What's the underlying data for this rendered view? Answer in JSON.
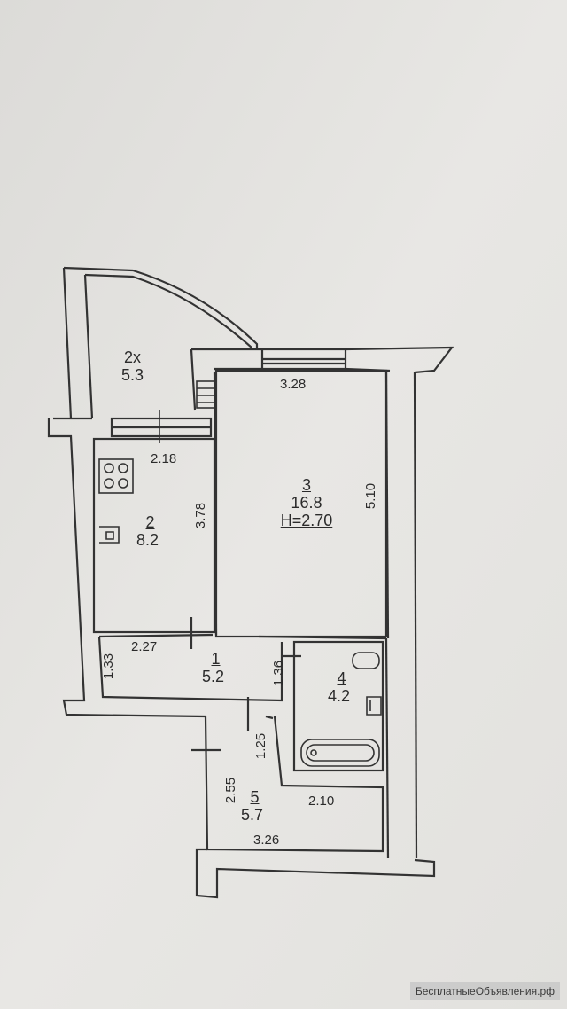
{
  "rooms": [
    {
      "num": "2х",
      "area": "5.3"
    },
    {
      "num": "2",
      "area": "8.2"
    },
    {
      "num": "3",
      "area": "16.8",
      "height": "H=2.70"
    },
    {
      "num": "1",
      "area": "5.2"
    },
    {
      "num": "4",
      "area": "4.2"
    },
    {
      "num": "5",
      "area": "5.7"
    }
  ],
  "dimensions": {
    "d1": "3.28",
    "d2": "2.18",
    "d3": "3.78",
    "d4": "5.10",
    "d5": "2.27",
    "d6": "1.33",
    "d7": "1.36",
    "d8": "1.25",
    "d9": "2.55",
    "d10": "2.10",
    "d11": "3.26"
  },
  "watermark": "БесплатныеОбъявления.рф"
}
